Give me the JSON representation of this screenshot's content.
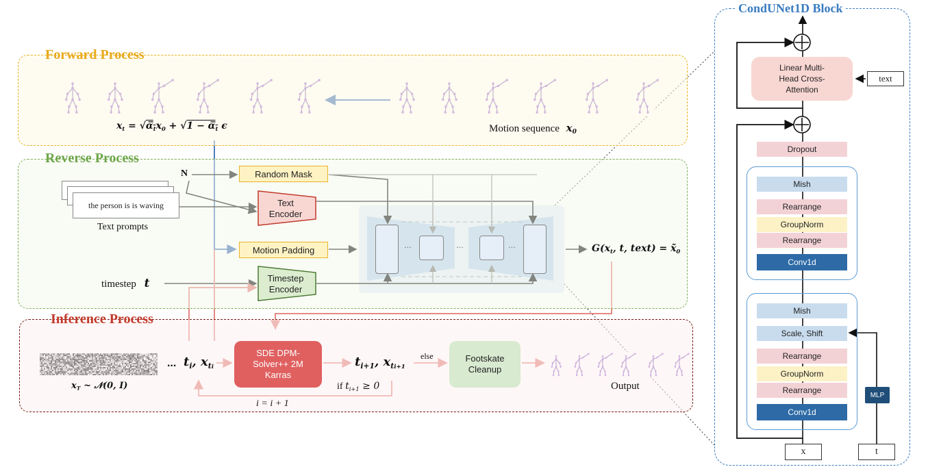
{
  "sections": {
    "forward": {
      "title": "Forward Process"
    },
    "reverse": {
      "title": "Reverse Process"
    },
    "inference": {
      "title": "Inference Process"
    },
    "condunet": {
      "title": "CondUNet1D Block"
    }
  },
  "forward": {
    "motion_sequence_label": "Motion sequence",
    "x0_symbol": "x",
    "x0_sub": "0"
  },
  "reverse": {
    "n_label": "N",
    "random_mask": "Random Mask",
    "text_prompt_example": "the person is is waving",
    "text_prompts_caption": "Text prompts",
    "text_encoder": "Text Encoder",
    "motion_padding": "Motion Padding",
    "timestep_label": "timestep",
    "t_symbol": "t",
    "timestep_encoder": "Timestep Encoder",
    "output_formula": "G(x_t, t, text) = x̃_0"
  },
  "inference": {
    "noise_caption": "x_T ~ N(0, I)",
    "ellipsis": "...",
    "solver": "SDE DPM-Solver++ 2M Karras",
    "next_state": "t_{i+1}, x_{t_{i+1}}",
    "condition": "if t_{i+1} ≥ 0",
    "update": "i = i + 1",
    "else_label": "else",
    "footskate": "Footskate Cleanup",
    "output_label": "Output"
  },
  "condunet": {
    "cross_attention": "Linear Multi-Head Cross-Attention",
    "text_input": "text",
    "dropout": "Dropout",
    "block1": [
      "Mish",
      "Rearrange",
      "GroupNorm",
      "Rearrange",
      "Conv1d"
    ],
    "block2": [
      "Mish",
      "Scale, Shift",
      "Rearrange",
      "GroupNorm",
      "Rearrange",
      "Conv1d"
    ],
    "mlp": "MLP",
    "x_input": "x",
    "t_input": "t",
    "plus": "+"
  },
  "colors": {
    "forward_bg": "#fdf8e6",
    "forward_border": "#e8b422",
    "reverse_bg": "#f3f8ec",
    "reverse_border": "#7fae55",
    "inference_bg": "#fdf1f0",
    "inference_border": "#7a1a1a",
    "condunet_border": "#3a7cc0",
    "solver_fill": "#e06060",
    "footskate_fill": "#d8ead0",
    "mask_fill": "#fff3c4",
    "text_encoder_fill": "#f8d7d3",
    "timestep_encoder_fill": "#dcedcf",
    "mish_fill": "#c8dcee",
    "rearrange_fill": "#f3d2d6",
    "groupnorm_fill": "#fdf2c6",
    "conv_fill": "#2d6aa6",
    "blue_arrow": "#3a6fb5",
    "red_arrow": "#e07b72"
  }
}
